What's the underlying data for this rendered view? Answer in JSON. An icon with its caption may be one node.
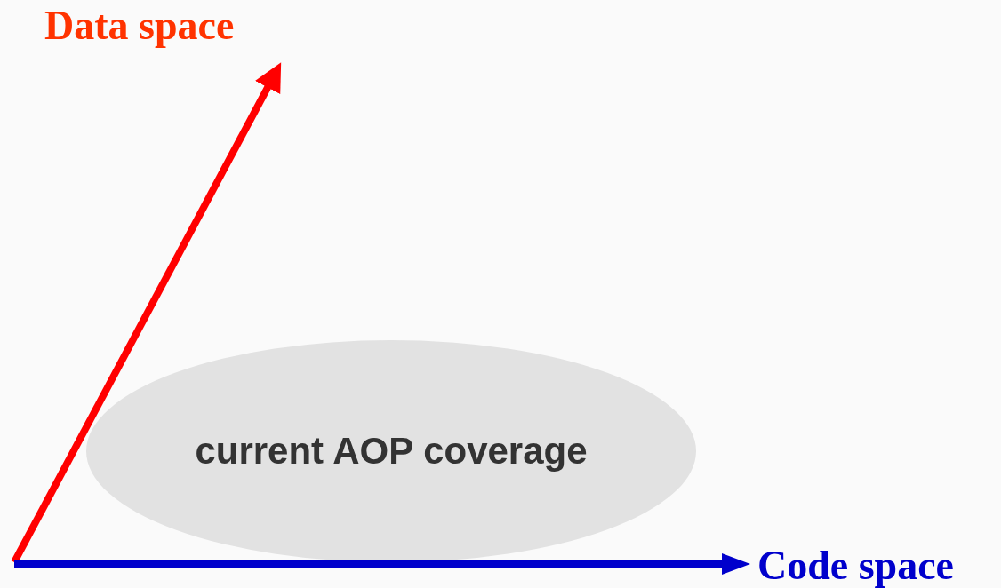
{
  "diagram": {
    "nodes": [
      {
        "text": [
          "current AOP coverage"
        ]
      }
    ],
    "labels": [
      "Data space",
      "Code space"
    ]
  }
}
